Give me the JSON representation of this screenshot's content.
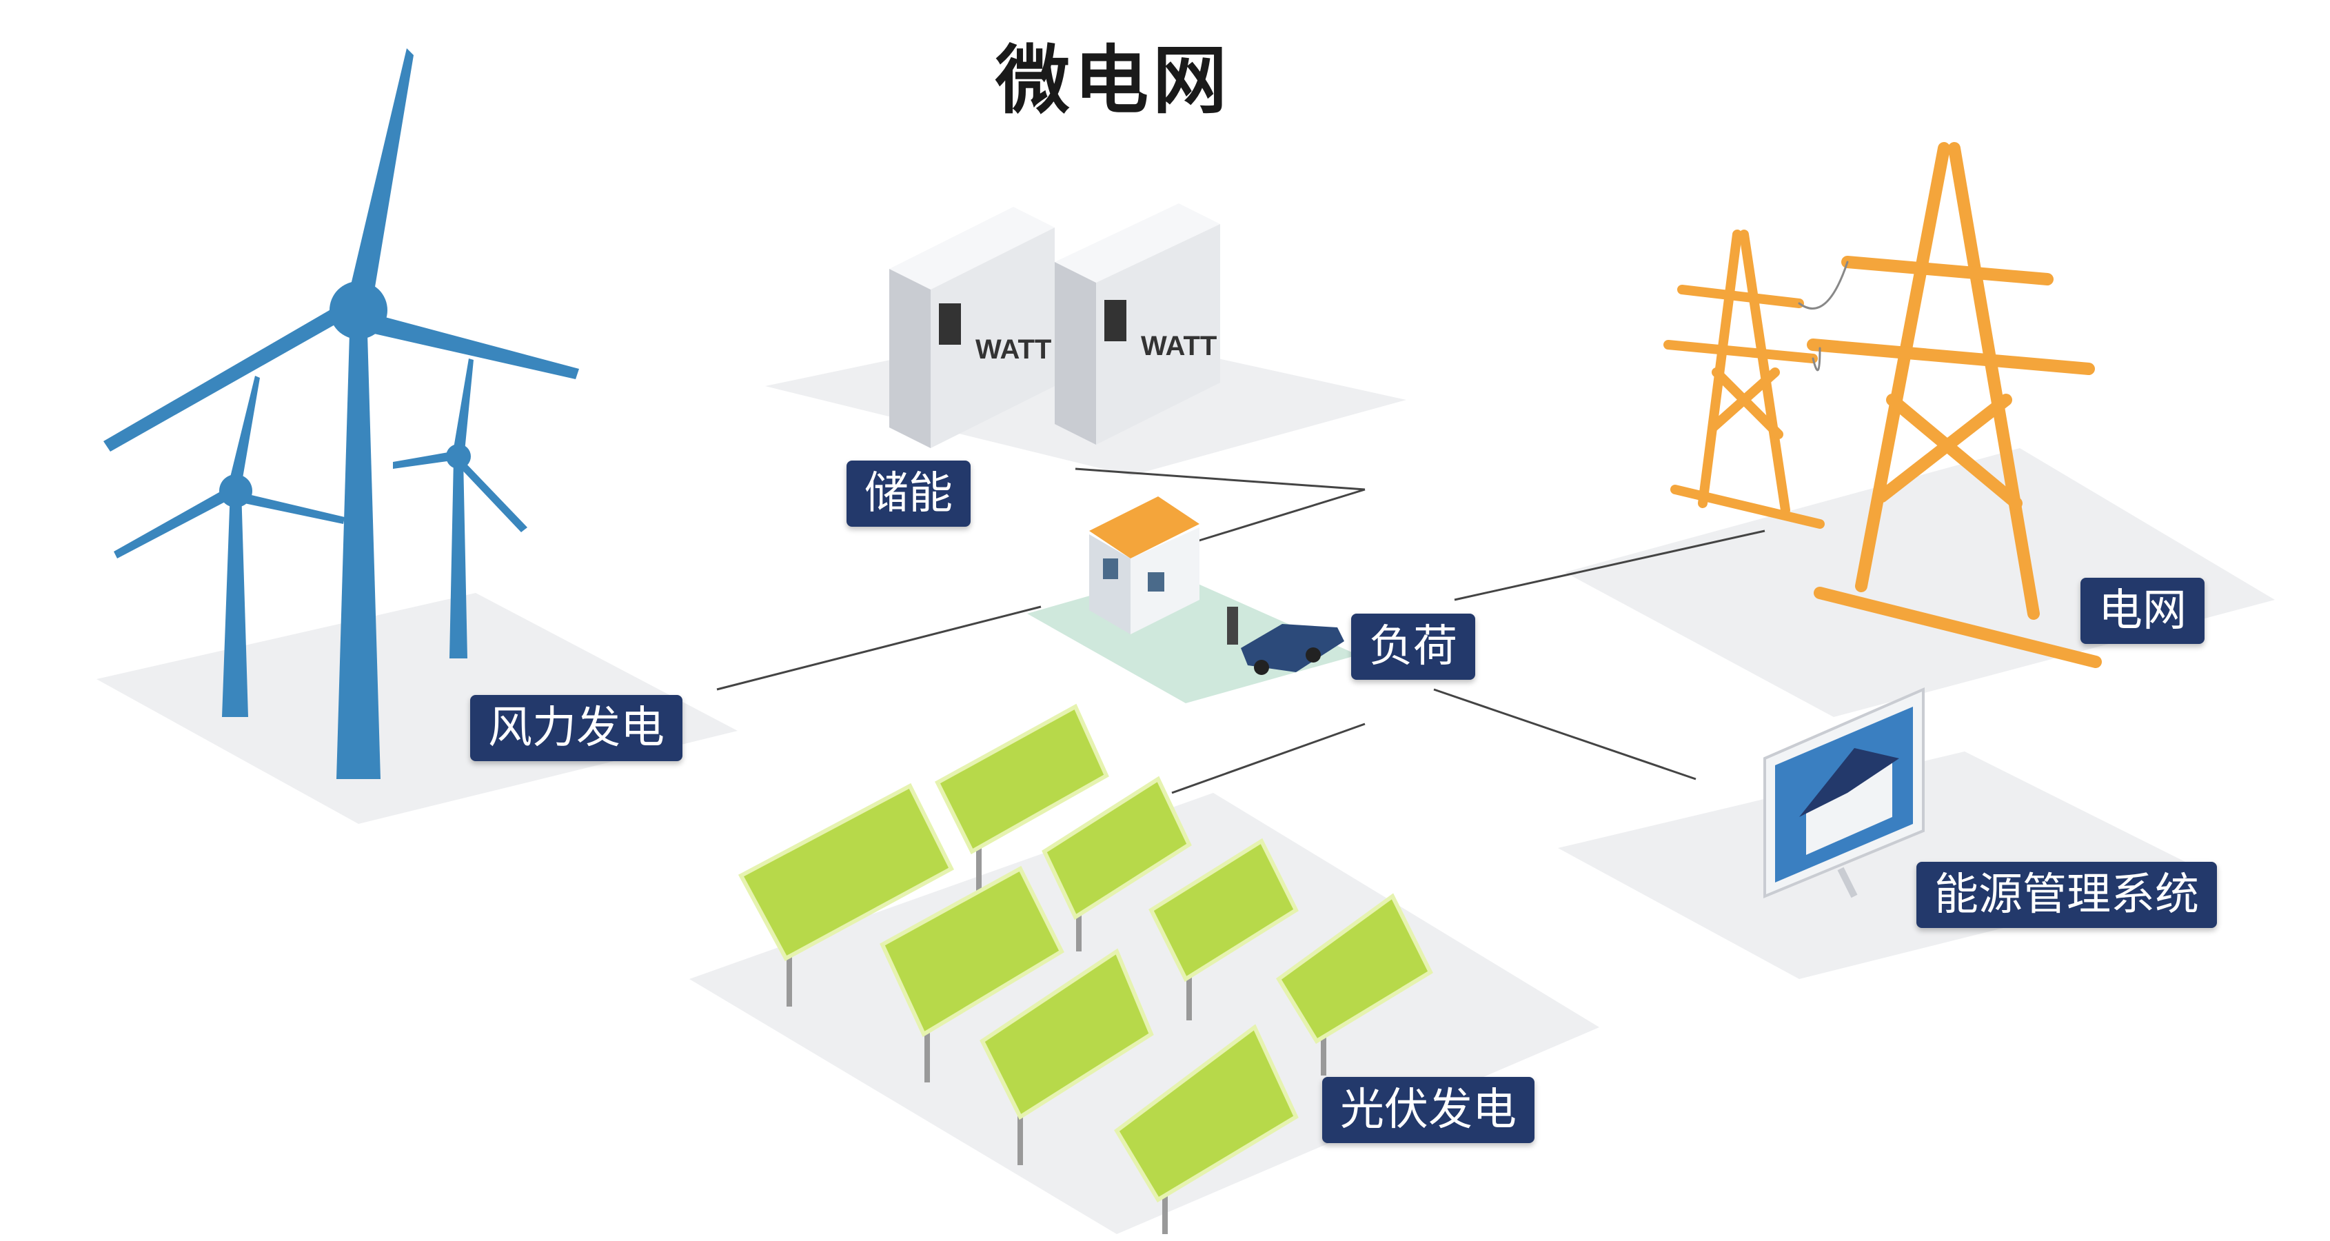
{
  "title": "微电网",
  "labels": {
    "storage": "储能",
    "grid": "电网",
    "load": "负荷",
    "wind": "风力发电",
    "ems": "能源管理系统",
    "solar": "光伏发电"
  },
  "cabinet_brand": "WATT",
  "colors": {
    "tag_bg": "#23396b",
    "wind_turbine": "#3a86bd",
    "pylon": "#f4a53b",
    "solar_panel": "#b7d94a",
    "cabinet": "#e7e9ec",
    "ground": "#eeeff1"
  }
}
